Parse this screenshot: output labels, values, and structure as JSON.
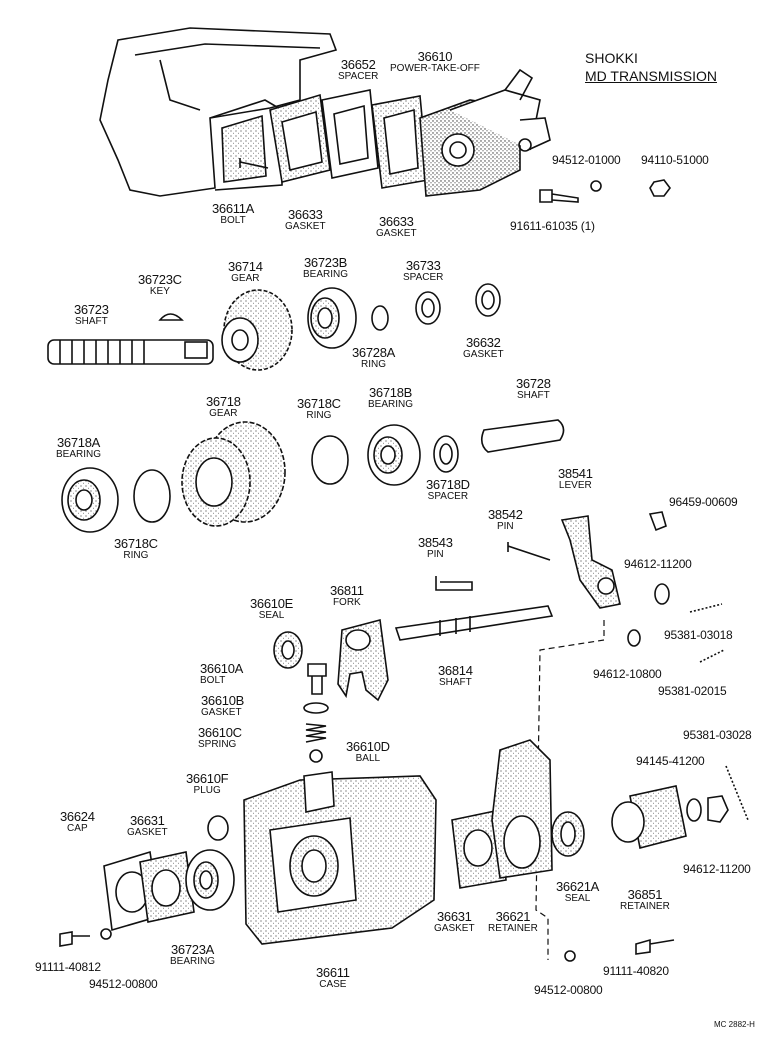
{
  "title": {
    "line1": "SHOKKI",
    "line2": "MD TRANSMISSION"
  },
  "drawing_code": "MC 2882-H",
  "labels": {
    "p36652": {
      "num": "36652",
      "desc": "SPACER"
    },
    "p36610": {
      "num": "36610",
      "desc": "POWER-TAKE-OFF"
    },
    "p36611A": {
      "num": "36611A",
      "desc": "BOLT"
    },
    "p36633a": {
      "num": "36633",
      "desc": "GASKET"
    },
    "p36633b": {
      "num": "36633",
      "desc": "GASKET"
    },
    "p36723": {
      "num": "36723",
      "desc": "SHAFT"
    },
    "p36723C": {
      "num": "36723C",
      "desc": "KEY"
    },
    "p36714": {
      "num": "36714",
      "desc": "GEAR"
    },
    "p36723B": {
      "num": "36723B",
      "desc": "BEARING"
    },
    "p36733": {
      "num": "36733",
      "desc": "SPACER"
    },
    "p36728A": {
      "num": "36728A",
      "desc": "RING"
    },
    "p36632": {
      "num": "36632",
      "desc": "GASKET"
    },
    "p36718": {
      "num": "36718",
      "desc": "GEAR"
    },
    "p36718C_top": {
      "num": "36718C",
      "desc": "RING"
    },
    "p36718B": {
      "num": "36718B",
      "desc": "BEARING"
    },
    "p36728": {
      "num": "36728",
      "desc": "SHAFT"
    },
    "p36718A": {
      "num": "36718A",
      "desc": "BEARING"
    },
    "p36718D": {
      "num": "36718D",
      "desc": "SPACER"
    },
    "p36718C_bot": {
      "num": "36718C",
      "desc": "RING"
    },
    "p38541": {
      "num": "38541",
      "desc": "LEVER"
    },
    "p38542": {
      "num": "38542",
      "desc": "PIN"
    },
    "p38543": {
      "num": "38543",
      "desc": "PIN"
    },
    "p36610E": {
      "num": "36610E",
      "desc": "SEAL"
    },
    "p36811": {
      "num": "36811",
      "desc": "FORK"
    },
    "p36814": {
      "num": "36814",
      "desc": "SHAFT"
    },
    "p36610A": {
      "num": "36610A",
      "desc": "BOLT"
    },
    "p36610B": {
      "num": "36610B",
      "desc": "GASKET"
    },
    "p36610C": {
      "num": "36610C",
      "desc": "SPRING"
    },
    "p36610D": {
      "num": "36610D",
      "desc": "BALL"
    },
    "p36610F": {
      "num": "36610F",
      "desc": "PLUG"
    },
    "p36624": {
      "num": "36624",
      "desc": "CAP"
    },
    "p36631a": {
      "num": "36631",
      "desc": "GASKET"
    },
    "p36723A": {
      "num": "36723A",
      "desc": "BEARING"
    },
    "p36611": {
      "num": "36611",
      "desc": "CASE"
    },
    "p36631b": {
      "num": "36631",
      "desc": "GASKET"
    },
    "p36621": {
      "num": "36621",
      "desc": "RETAINER"
    },
    "p36621A": {
      "num": "36621A",
      "desc": "SEAL"
    },
    "p36851": {
      "num": "36851",
      "desc": "RETAINER"
    }
  },
  "part_numbers": {
    "pn1": "94512-01000",
    "pn2": "94110-51000",
    "pn3": "91611-61035 (1)",
    "pn4": "96459-00609",
    "pn5": "94612-11200",
    "pn6": "95381-03018",
    "pn7": "94612-10800",
    "pn8": "95381-02015",
    "pn9": "95381-03028",
    "pn10": "94145-41200",
    "pn11": "94612-11200",
    "pn12": "91111-40812",
    "pn13": "94512-00800",
    "pn14": "94512-00800",
    "pn15": "91111-40820"
  }
}
